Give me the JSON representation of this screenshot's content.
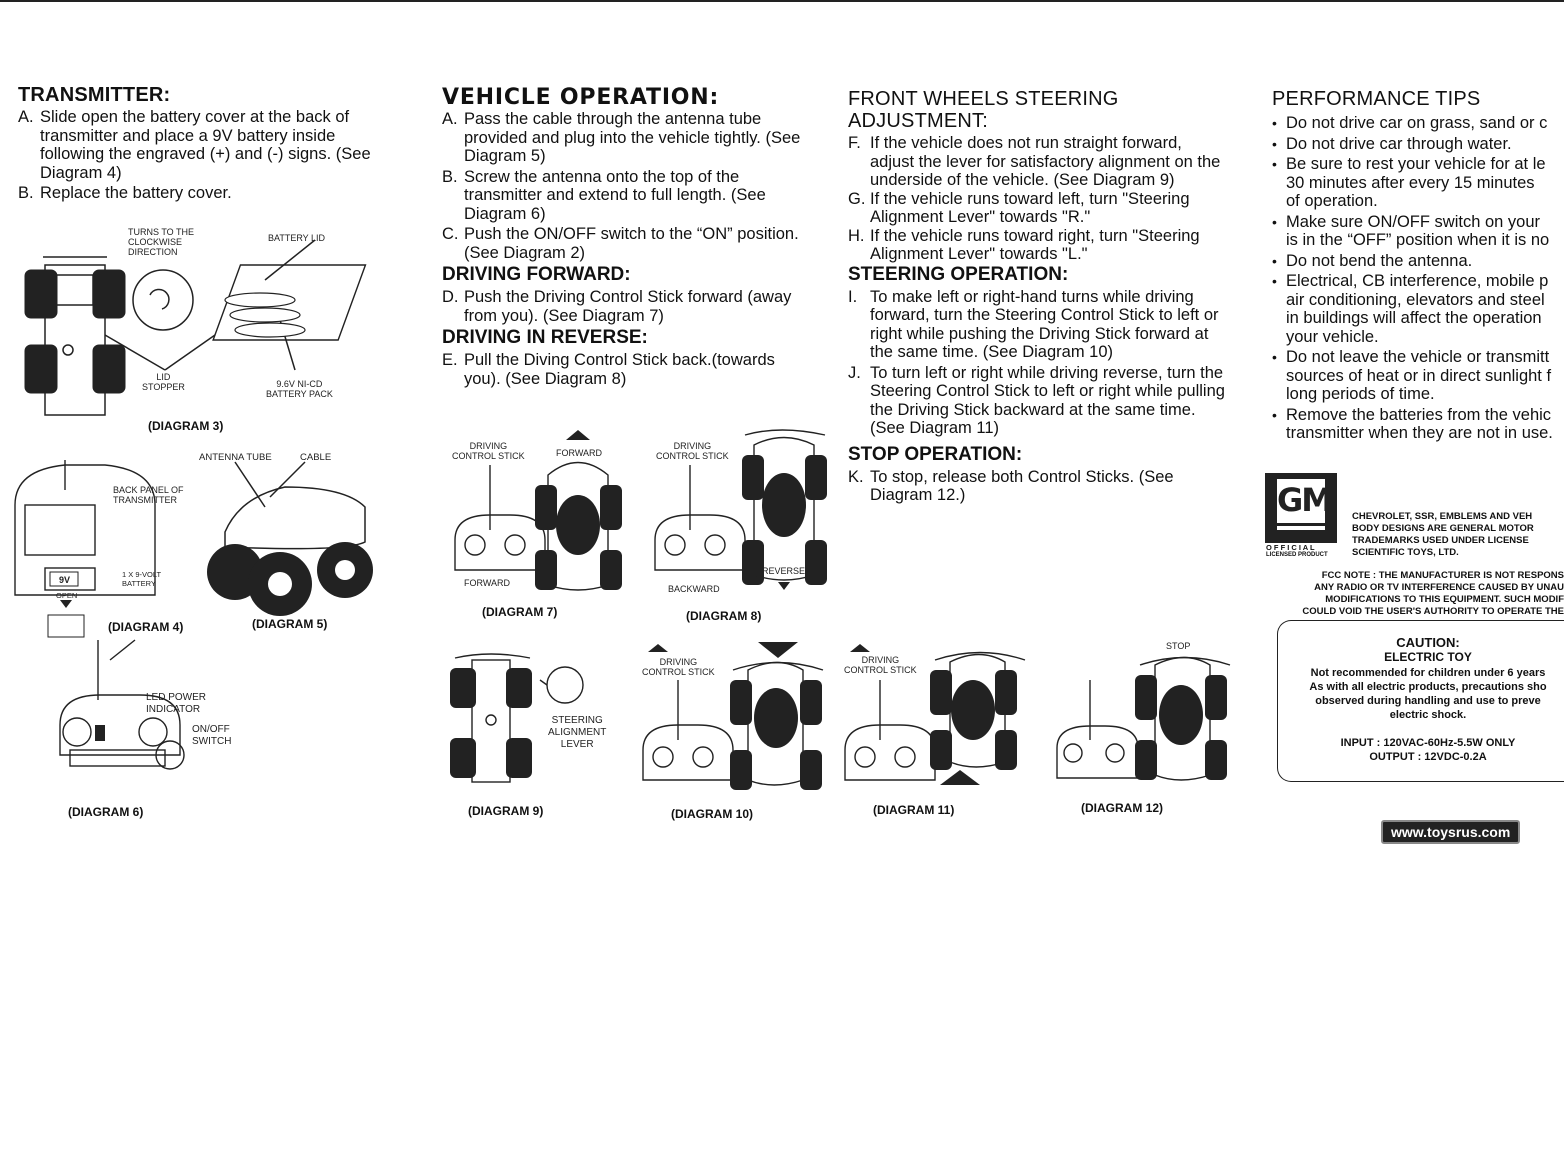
{
  "transmitter": {
    "title": "TRANSMITTER:",
    "items": [
      {
        "key": "A.",
        "text": "Slide open the battery cover at the back of transmitter and place a 9V battery inside following the engraved (+) and (-) signs. (See Diagram 4)"
      },
      {
        "key": "B.",
        "text": "Replace the battery cover."
      }
    ],
    "diagram3": {
      "turns": "TURNS TO THE\nCLOCKWISE\nDIRECTION",
      "battery_lid": "BATTERY LID",
      "lid_stopper": "LID\nSTOPPER",
      "battery_pack": "9.6V Ni-Cd\nBATTERY PACK",
      "caption": "(DIAGRAM 3)"
    },
    "diagram4": {
      "back_panel": "BACK PANEL OF\nTRANSMITTER",
      "battery": "1 x 9-VOLT\nBATTERY",
      "open": "OPEN",
      "nine_v": "9V",
      "caption": "(DIAGRAM 4)"
    },
    "diagram5": {
      "antenna_tube": "ANTENNA TUBE",
      "cable": "CABLE",
      "caption": "(DIAGRAM 5)"
    },
    "diagram6": {
      "led": "LED POWER\nINDICATOR",
      "switch": "ON/OFF\nSWITCH",
      "caption": "(DIAGRAM 6)"
    }
  },
  "vehicle": {
    "title": "VEHICLE OPERATION:",
    "items": [
      {
        "key": "A.",
        "text": "Pass the cable through the antenna tube provided and plug into the vehicle tightly. (See Diagram 5)"
      },
      {
        "key": "B.",
        "text": "Screw the antenna onto the top of the transmitter and extend to full length. (See Diagram 6)"
      },
      {
        "key": "C.",
        "text": "Push the ON/OFF switch to the “ON” position. (See Diagram 2)"
      }
    ],
    "forward_title": "DRIVING FORWARD:",
    "forward_items": [
      {
        "key": "D.",
        "text": "Push the Driving Control Stick forward (away from you). (See Diagram 7)"
      }
    ],
    "reverse_title": "DRIVING IN REVERSE:",
    "reverse_items": [
      {
        "key": "E.",
        "text": "Pull the Diving Control Stick back.(towards you). (See Diagram 8)"
      }
    ],
    "diagram7": {
      "stick": "DRIVING\nCONTROL STICK",
      "forward_top": "FORWARD",
      "forward_bottom": "FORWARD",
      "caption": "(DIAGRAM 7)"
    },
    "diagram8": {
      "stick": "DRIVING\nCONTROL STICK",
      "reverse": "REVERSE",
      "backward": "BACKWARD",
      "caption": "(DIAGRAM 8)"
    },
    "diagram9": {
      "lever": "STEERING\nALIGNMENT\nLEVER",
      "caption": "(DIAGRAM 9)"
    },
    "diagram10": {
      "stick": "DRIVING\nCONTROL STICK",
      "caption": "(DIAGRAM 10)"
    },
    "diagram11": {
      "stick": "DRIVING\nCONTROL STICK",
      "caption": "(DIAGRAM 11)"
    },
    "diagram12": {
      "stop": "STOP",
      "caption": "(DIAGRAM 12)"
    }
  },
  "steering": {
    "title1": "FRONT WHEELS STEERING",
    "title2": "ADJUSTMENT:",
    "items": [
      {
        "key": "F.",
        "text": "If the vehicle does not run straight forward, adjust the lever for satisfactory alignment on the underside of the vehicle. (See Diagram 9)"
      },
      {
        "key": "G.",
        "text": "If the vehicle runs toward left, turn \"Steering Alignment Lever\" towards \"R.\""
      },
      {
        "key": "H.",
        "text": "If the vehicle runs toward right, turn \"Steering Alignment Lever\" towards \"L.\""
      }
    ],
    "op_title": "STEERING OPERATION:",
    "op_items": [
      {
        "key": "I.",
        "text": "To make left or right-hand turns while driving forward, turn the Steering Control Stick to left or right while pushing the Driving Stick forward at the same time. (See Diagram 10)"
      },
      {
        "key": "J.",
        "text": "To turn left or right while driving reverse, turn the Steering Control Stick to left or right while pulling the Driving Stick backward at the same time. (See Diagram 11)"
      }
    ],
    "stop_title": "STOP OPERATION:",
    "stop_items": [
      {
        "key": "K.",
        "text": "To stop, release both Control Sticks. (See Diagram 12.)"
      }
    ]
  },
  "performance": {
    "title": "PERFORMANCE TIPS",
    "tips": [
      [
        "Do not drive car on grass, sand or c"
      ],
      [
        "Do not drive car through water."
      ],
      [
        "Be sure to rest your vehicle for at le",
        "30 minutes after every 15 minutes",
        "of operation."
      ],
      [
        "Make sure ON/OFF switch on your",
        "is in the “OFF” position when it is no"
      ],
      [
        "Do not bend the antenna."
      ],
      [
        "Electrical, CB interference, mobile p",
        "air conditioning, elevators and steel",
        "in buildings will affect the operation",
        "your vehicle."
      ],
      [
        "Do not leave the vehicle or transmitt",
        "sources of heat or in direct sunlight f",
        "long periods of time."
      ],
      [
        "Remove the batteries from the vehic",
        "transmitter when they are not in use."
      ]
    ],
    "gm_logo": "GM",
    "official": "O F F I C I A L",
    "licensed": "LICENSED PRODUCT",
    "trademark": [
      "CHEVROLET, SSR, EMBLEMS AND VEH",
      "BODY DESIGNS ARE GENERAL MOTOR",
      "TRADEMARKS USED UNDER LICENSE",
      "SCIENTIFIC TOYS, LTD."
    ],
    "fcc": [
      "FCC NOTE : THE MANUFACTURER IS NOT RESPONS",
      "ANY RADIO OR TV INTERFERENCE CAUSED BY UNAU",
      "MODIFICATIONS TO THIS EQUIPMENT. SUCH MODIF",
      "COULD VOID THE USER'S AUTHORITY TO OPERATE THE"
    ],
    "caution": {
      "title": "CAUTION:",
      "subtitle": "ELECTRIC TOY",
      "lines": [
        "Not recommended for children under 6 years",
        "As with all electric products, precautions sho",
        "observed during handling and use to preve",
        "electric shock."
      ],
      "input": "INPUT : 120VAC-60Hz-5.5W ONLY",
      "output": "OUTPUT : 12VDC-0.2A"
    },
    "url": "www.toysrus.com"
  }
}
